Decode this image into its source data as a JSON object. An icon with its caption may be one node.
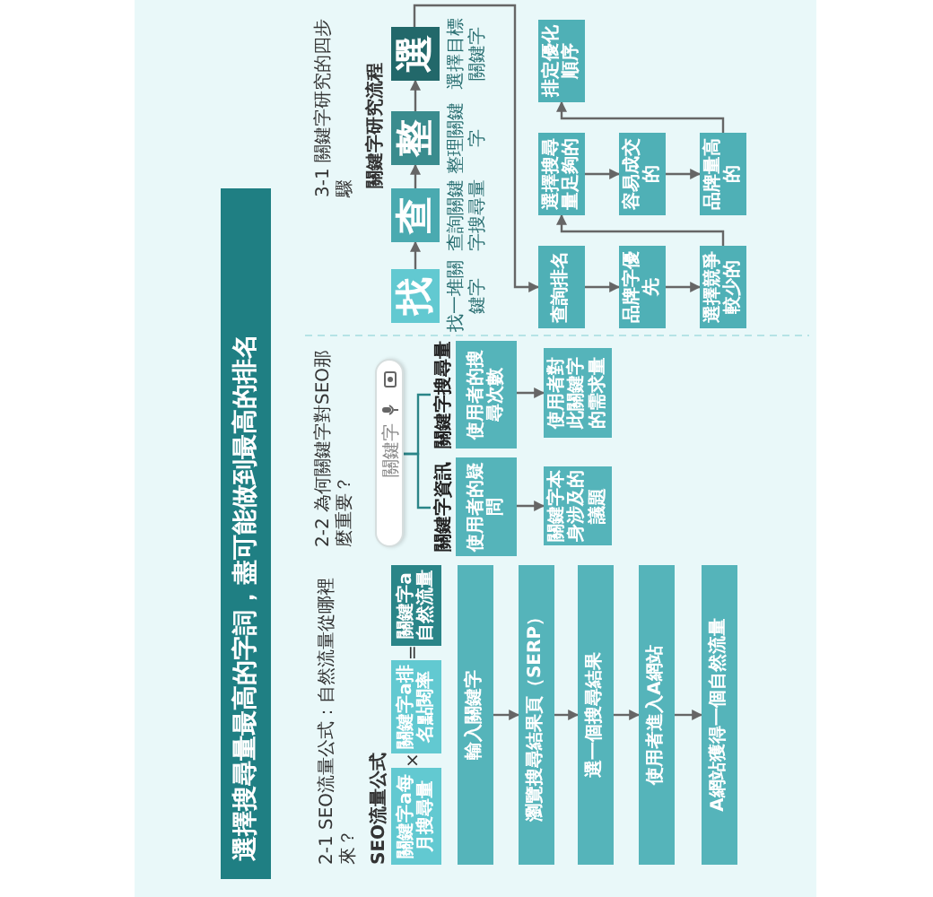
{
  "diagram": {
    "title": "選擇搜尋量最高的字詞，盡可能做到最高的排名",
    "nodes": [
      {
        "text": [
          "關鍵字a每月搜尋量"
        ]
      },
      {
        "text": [
          "關鍵字a排名點閱率"
        ]
      },
      {
        "text": [
          "關鍵字a自然流量"
        ]
      },
      {
        "text": [
          "輸入關鍵字"
        ]
      },
      {
        "text": [
          "瀏覽搜尋結果頁（SERP）"
        ]
      },
      {
        "text": [
          "選一個搜尋結果"
        ]
      },
      {
        "text": [
          "使用者進入A網站"
        ]
      },
      {
        "text": [
          "A網站獲得一個自然流量"
        ]
      },
      {
        "text": [
          "關鍵字"
        ]
      },
      {
        "text": [
          "關鍵字資訊",
          "使用者的疑問"
        ]
      },
      {
        "text": [
          "關鍵字搜尋量",
          "使用者的搜尋次數"
        ]
      },
      {
        "text": [
          "關鍵字本身涉及的議題"
        ]
      },
      {
        "text": [
          "使用者對此關鍵字的需求量"
        ]
      },
      {
        "text": [
          "找"
        ],
        "beside": [
          "找一堆關鍵字"
        ]
      },
      {
        "text": [
          "查"
        ],
        "beside": [
          "查詢關鍵字搜尋量"
        ]
      },
      {
        "text": [
          "整"
        ],
        "beside": [
          "整理關鍵字"
        ]
      },
      {
        "text": [
          "選"
        ],
        "beside": [
          "選擇目標關鍵字"
        ]
      },
      {
        "text": [
          "查詢排名"
        ]
      },
      {
        "text": [
          "品牌字優先"
        ]
      },
      {
        "text": [
          "選擇競爭較少的"
        ]
      },
      {
        "text": [
          "選擇搜尋量足夠的"
        ]
      },
      {
        "text": [
          "容易成交的"
        ]
      },
      {
        "text": [
          "品牌量高的"
        ]
      },
      {
        "text": [
          "排定優化順序"
        ]
      }
    ],
    "edges": [
      {
        "from": 3,
        "to": 4,
        "arrow": "to"
      },
      {
        "from": 4,
        "to": 5,
        "arrow": "to"
      },
      {
        "from": 5,
        "to": 6,
        "arrow": "to"
      },
      {
        "from": 6,
        "to": 7,
        "arrow": "to"
      },
      {
        "from": 8,
        "to": 9,
        "arrow": "none",
        "color": "#2a8588"
      },
      {
        "from": 8,
        "to": 10,
        "arrow": "none",
        "color": "#2a8588"
      },
      {
        "from": 9,
        "to": 11,
        "arrow": "to"
      },
      {
        "from": 10,
        "to": 12,
        "arrow": "to"
      },
      {
        "from": 13,
        "to": 14,
        "arrow": "to"
      },
      {
        "from": 14,
        "to": 15,
        "arrow": "to"
      },
      {
        "from": 15,
        "to": 16,
        "arrow": "to"
      },
      {
        "from": 16,
        "to": 17,
        "arrow": "to"
      },
      {
        "from": 17,
        "to": 18,
        "arrow": "to"
      },
      {
        "from": 18,
        "to": 19,
        "arrow": "to"
      },
      {
        "from": 19,
        "to": 20,
        "arrow": "to"
      },
      {
        "from": 20,
        "to": 21,
        "arrow": "to"
      },
      {
        "from": 21,
        "to": 22,
        "arrow": "to"
      },
      {
        "from": 22,
        "to": 23,
        "arrow": "to"
      }
    ],
    "labels": [
      "2-1 SEO流量公式：自然流量從哪裡來？",
      "SEO流量公式",
      "×",
      "=",
      "2-2 為何關鍵字對SEO那麼重要？",
      "3-1 關鍵字研究的四步驟",
      "關鍵字研究流程"
    ]
  }
}
